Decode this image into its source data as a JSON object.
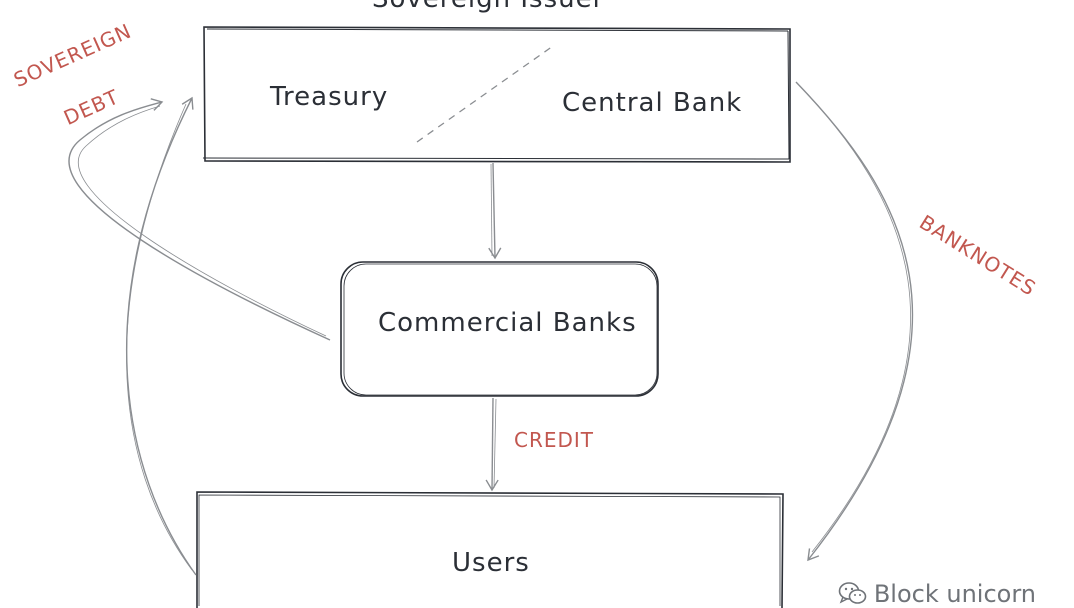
{
  "diagram": {
    "title": "Sovereign Issuer",
    "nodes": {
      "treasury": "Treasury",
      "central_bank": "Central Bank",
      "commercial_banks": "Commercial Banks",
      "users": "Users"
    },
    "edge_labels": {
      "sovereign_debt_line1": "SOVEREIGN",
      "sovereign_debt_line2": "DEBT",
      "banknotes": "BANKNOTES",
      "credit": "CREDIT"
    }
  },
  "watermark": {
    "text": "Block unicorn",
    "icon": "wechat-icon"
  },
  "colors": {
    "ink": "#2b2f36",
    "accent": "#c2574f",
    "line": "#8a8d91"
  }
}
